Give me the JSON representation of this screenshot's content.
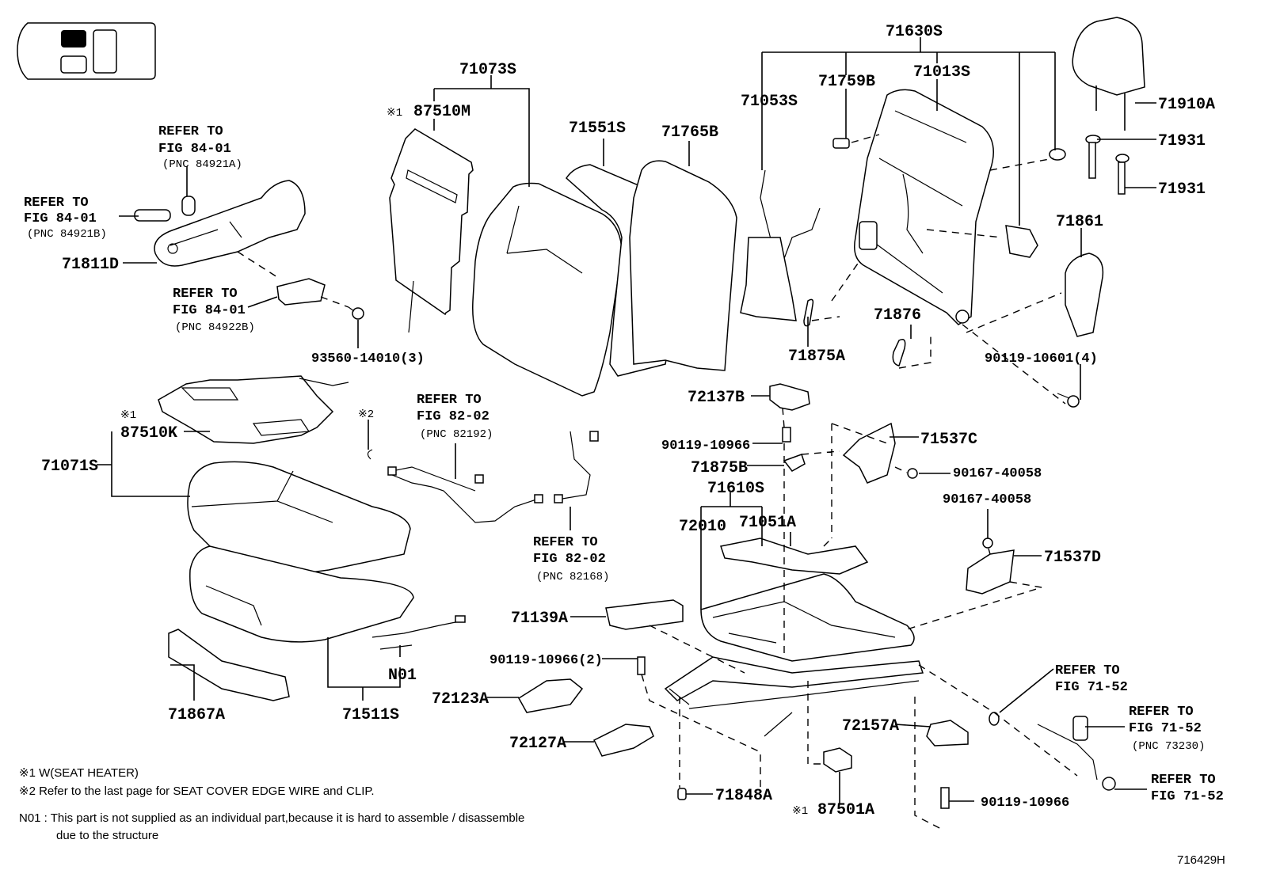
{
  "diagram": {
    "figure_id": "716429H",
    "legend_icon": "seat-position-locator-icon",
    "labels": {
      "p71630S": "71630S",
      "p71073S": "71073S",
      "p87510M_mark": "※1",
      "p87510M": "87510M",
      "p71551S": "71551S",
      "p71765B": "71765B",
      "p71053S": "71053S",
      "p71759B": "71759B",
      "p71013S": "71013S",
      "p71910A": "71910A",
      "p71931a": "71931",
      "p71931b": "71931",
      "p71861": "71861",
      "p71876": "71876",
      "p71875A": "71875A",
      "p90119_10601": "90119-10601(4)",
      "p71811D": "71811D",
      "p93560": "93560-14010(3)",
      "p72137B": "72137B",
      "p90119_10966_top": "90119-10966",
      "p71537C": "71537C",
      "p71875B": "71875B",
      "p90167_a": "90167-40058",
      "p90167_b": "90167-40058",
      "p71610S": "71610S",
      "p72010": "72010",
      "p71051A": "71051A",
      "p71537D": "71537D",
      "p87510K_mark": "※1",
      "p87510K": "87510K",
      "p71071S": "71071S",
      "mark2": "※2",
      "p71139A": "71139A",
      "p90119_10966_2": "90119-10966(2)",
      "p72123A": "72123A",
      "p72127A": "72127A",
      "p71867A": "71867A",
      "p71511S": "71511S",
      "pN01": "N01",
      "p72157A": "72157A",
      "p71848A": "71848A",
      "p87501A_mark": "※1",
      "p87501A": "87501A",
      "p90119_10966_bot": "90119-10966"
    },
    "refers": {
      "r1": [
        "REFER TO",
        "FIG 84-01",
        "(PNC 84921A)"
      ],
      "r2": [
        "REFER TO",
        "FIG 84-01",
        "(PNC 84921B)"
      ],
      "r3": [
        "REFER TO",
        "FIG 84-01",
        "(PNC 84922B)"
      ],
      "r4": [
        "REFER TO",
        "FIG 82-02",
        "(PNC 82192)"
      ],
      "r5": [
        "REFER TO",
        "FIG 82-02",
        "(PNC 82168)"
      ],
      "r6": [
        "REFER TO",
        "FIG 71-52"
      ],
      "r7": [
        "REFER TO",
        "FIG 71-52",
        "(PNC 73230)"
      ],
      "r8": [
        "REFER TO",
        "FIG 71-52"
      ]
    },
    "notes": {
      "n1": "※1 W(SEAT  HEATER)",
      "n2": "※2  Refer to the last page for SEAT COVER EDGE WIRE and CLIP.",
      "n3a": "N01 : This part is not supplied as an individual part,because it is hard to assemble / disassemble",
      "n3b": "due to the structure"
    }
  }
}
